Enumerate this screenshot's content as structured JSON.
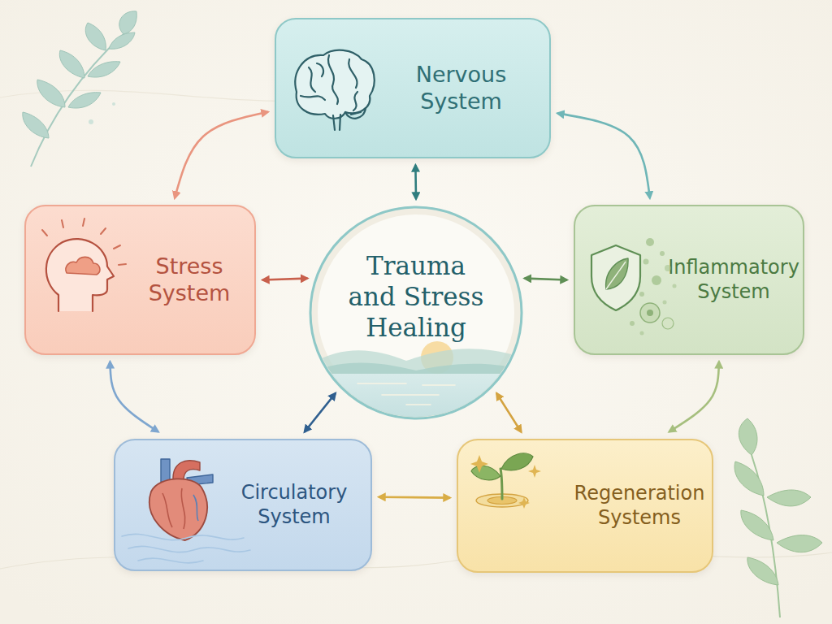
{
  "diagram": {
    "nodes": [
      {
        "text": [
          "Nervous System"
        ]
      },
      {
        "text": [
          "Stress System"
        ]
      },
      {
        "text": [
          "Trauma and Stress Healing"
        ]
      },
      {
        "text": [
          "Inflammatory System"
        ]
      },
      {
        "text": [
          "Circulatory System"
        ]
      },
      {
        "text": [
          "Regeneration Systems"
        ]
      }
    ],
    "edges": [
      {
        "from": 0,
        "to": 1,
        "arrow": "both"
      },
      {
        "from": 0,
        "to": 3,
        "arrow": "both"
      },
      {
        "from": 0,
        "to": 2,
        "arrow": "both"
      },
      {
        "from": 1,
        "to": 2,
        "arrow": "both"
      },
      {
        "from": 2,
        "to": 3,
        "arrow": "both"
      },
      {
        "from": 1,
        "to": 4,
        "arrow": "both"
      },
      {
        "from": 3,
        "to": 5,
        "arrow": "both"
      },
      {
        "from": 4,
        "to": 2,
        "arrow": "both"
      },
      {
        "from": 5,
        "to": 2,
        "arrow": "both"
      },
      {
        "from": 4,
        "to": 5,
        "arrow": "both"
      }
    ]
  }
}
